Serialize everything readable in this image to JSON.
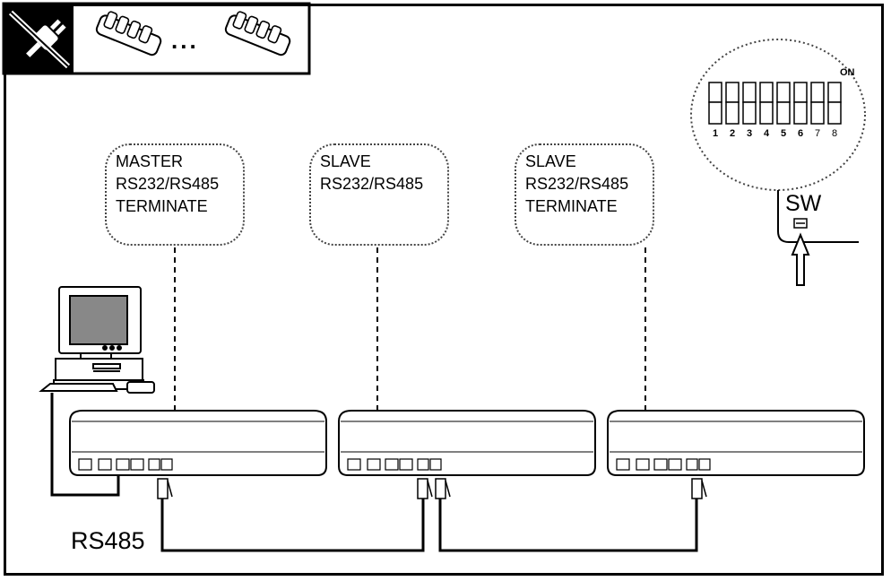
{
  "callouts": {
    "master": {
      "line1": "MASTER",
      "line2": "RS232/RS485",
      "line3": "TERMINATE"
    },
    "slave1": {
      "line1": "SLAVE",
      "line2": "RS232/RS485"
    },
    "slave2": {
      "line1": "SLAVE",
      "line2": "RS232/RS485",
      "line3": "TERMINATE"
    }
  },
  "dip_switch": {
    "on_label": "ON",
    "numbers": [
      "1",
      "2",
      "3",
      "4",
      "5",
      "6",
      "7",
      "8"
    ]
  },
  "switch_label": "SW",
  "bus_label": "RS485",
  "header": {
    "ellipsis": "..."
  }
}
